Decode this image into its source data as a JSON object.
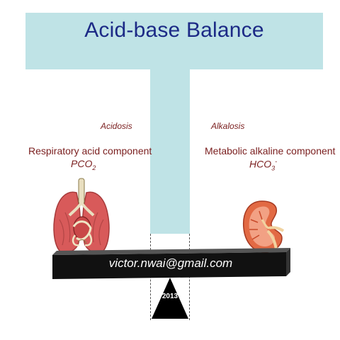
{
  "title": "Acid-base Balance",
  "left": {
    "side_label": "Acidosis",
    "component": "Respiratory acid component",
    "formula_main": "PCO",
    "formula_sub": "2",
    "organ_icon": "lungs-icon"
  },
  "right": {
    "side_label": "Alkalosis",
    "component": "Metabolic alkaline component",
    "formula_main": "HCO",
    "formula_sub": "3",
    "formula_sup": "-",
    "organ_icon": "kidney-icon"
  },
  "beam_text": "victor.nwai@gmail.com",
  "fulcrum_label": "2013",
  "colors": {
    "t_bar": "#bfe3e6",
    "title": "#1c2a86",
    "label": "#7a1e1e",
    "beam": "#111111"
  }
}
